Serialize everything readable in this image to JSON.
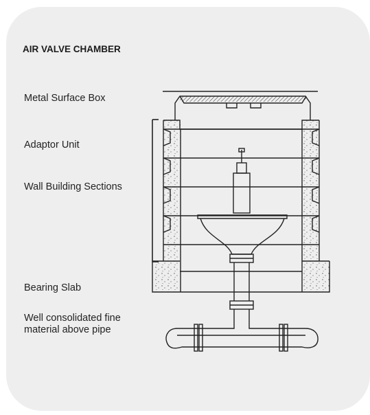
{
  "title": "AIR VALVE CHAMBER",
  "labels": {
    "metal_surface_box": "Metal Surface Box",
    "adaptor_unit": "Adaptor Unit",
    "wall_building_sections": "Wall Building Sections",
    "bearing_slab": "Bearing Slab",
    "well_consolidated_line1": "Well consolidated fine",
    "well_consolidated_line2": "material above pipe"
  },
  "colors": {
    "card_background": "#eeeeee",
    "line": "#222222",
    "text": "#222222"
  }
}
